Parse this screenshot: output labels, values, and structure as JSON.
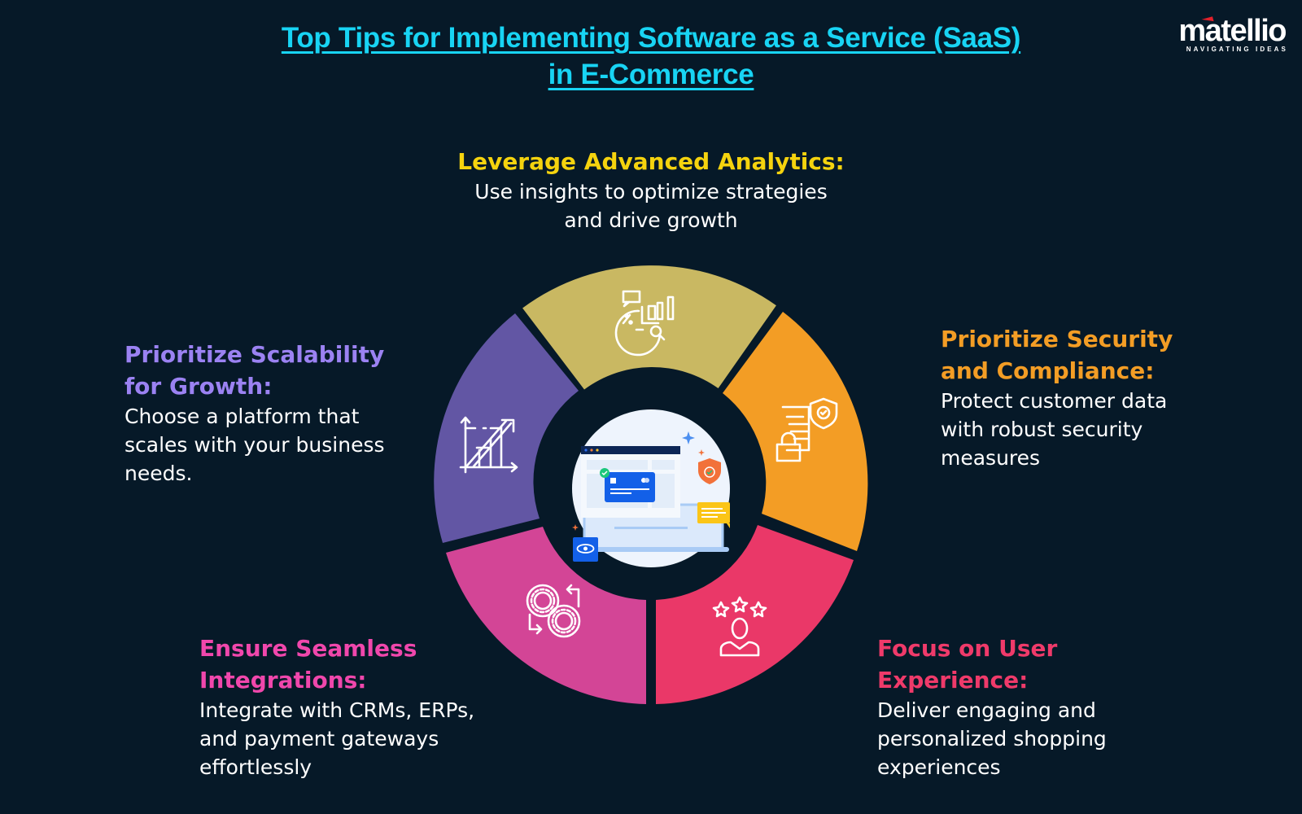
{
  "header": {
    "title_line1": "Top Tips for Implementing Software as a Service (SaaS)",
    "title_line2": "in E-Commerce",
    "title_color": "#18d4f4"
  },
  "logo": {
    "wordmark": "matellio",
    "tagline": "NAVIGATING IDEAS"
  },
  "background_color": "#061928",
  "center": {
    "illustration": "laptop-with-payment-card-shield-chat-eye-icon"
  },
  "tips": [
    {
      "id": "analytics",
      "heading": "Leverage Advanced Analytics:",
      "body_line1": "Use insights to optimize strategies",
      "body_line2": "and drive growth",
      "color": "#f5d30e",
      "segment_color": "#c9b862",
      "icon": "analytics-chart-icon"
    },
    {
      "id": "security",
      "heading_line1": "Prioritize Security",
      "heading_line2": "and Compliance:",
      "body_line1": "Protect customer data",
      "body_line2": "with robust security",
      "body_line3": "measures",
      "color": "#f39d25",
      "segment_color": "#f39d25",
      "icon": "document-shield-lock-icon"
    },
    {
      "id": "ux",
      "heading_line1": "Focus on User",
      "heading_line2": "Experience:",
      "body_line1": "Deliver engaging and",
      "body_line2": "personalized shopping",
      "body_line3": "experiences",
      "color": "#ef3a6a",
      "segment_color": "#ea3868",
      "icon": "user-rating-stars-icon"
    },
    {
      "id": "integrations",
      "heading_line1": "Ensure Seamless",
      "heading_line2": "Integrations:",
      "body_line1": "Integrate with CRMs, ERPs,",
      "body_line2": "and payment gateways",
      "body_line3": "effortlessly",
      "color": "#f047ac",
      "segment_color": "#d34596",
      "icon": "gears-sync-icon"
    },
    {
      "id": "scalability",
      "heading_line1": "Prioritize Scalability",
      "heading_line2": "for Growth:",
      "body_line1": "Choose a platform that",
      "body_line2": "scales with your business",
      "body_line3": "needs.",
      "color": "#9b82f2",
      "segment_color": "#6256a4",
      "icon": "growth-chart-arrow-icon"
    }
  ]
}
